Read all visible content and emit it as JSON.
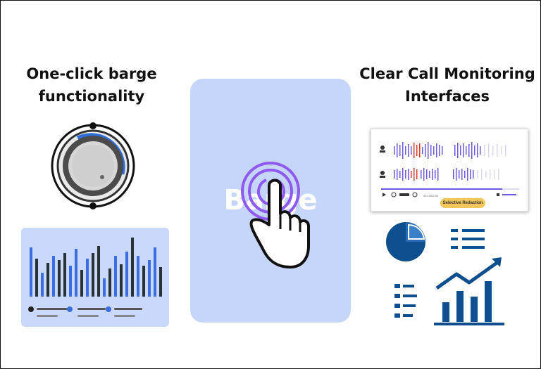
{
  "left_heading": "One-click barge functionality",
  "right_heading": "Clear Call Monitoring Interfaces",
  "barge_label": "Barge",
  "monitor": {
    "redaction_label": "Selective Redaction",
    "time_text": "00:10/02:30"
  },
  "colors": {
    "card_blue": "#c6d6fb",
    "accent_purple": "#9b5cf6",
    "bar_blue": "#3b6fe0",
    "chart_navy": "#0e4f8f"
  }
}
